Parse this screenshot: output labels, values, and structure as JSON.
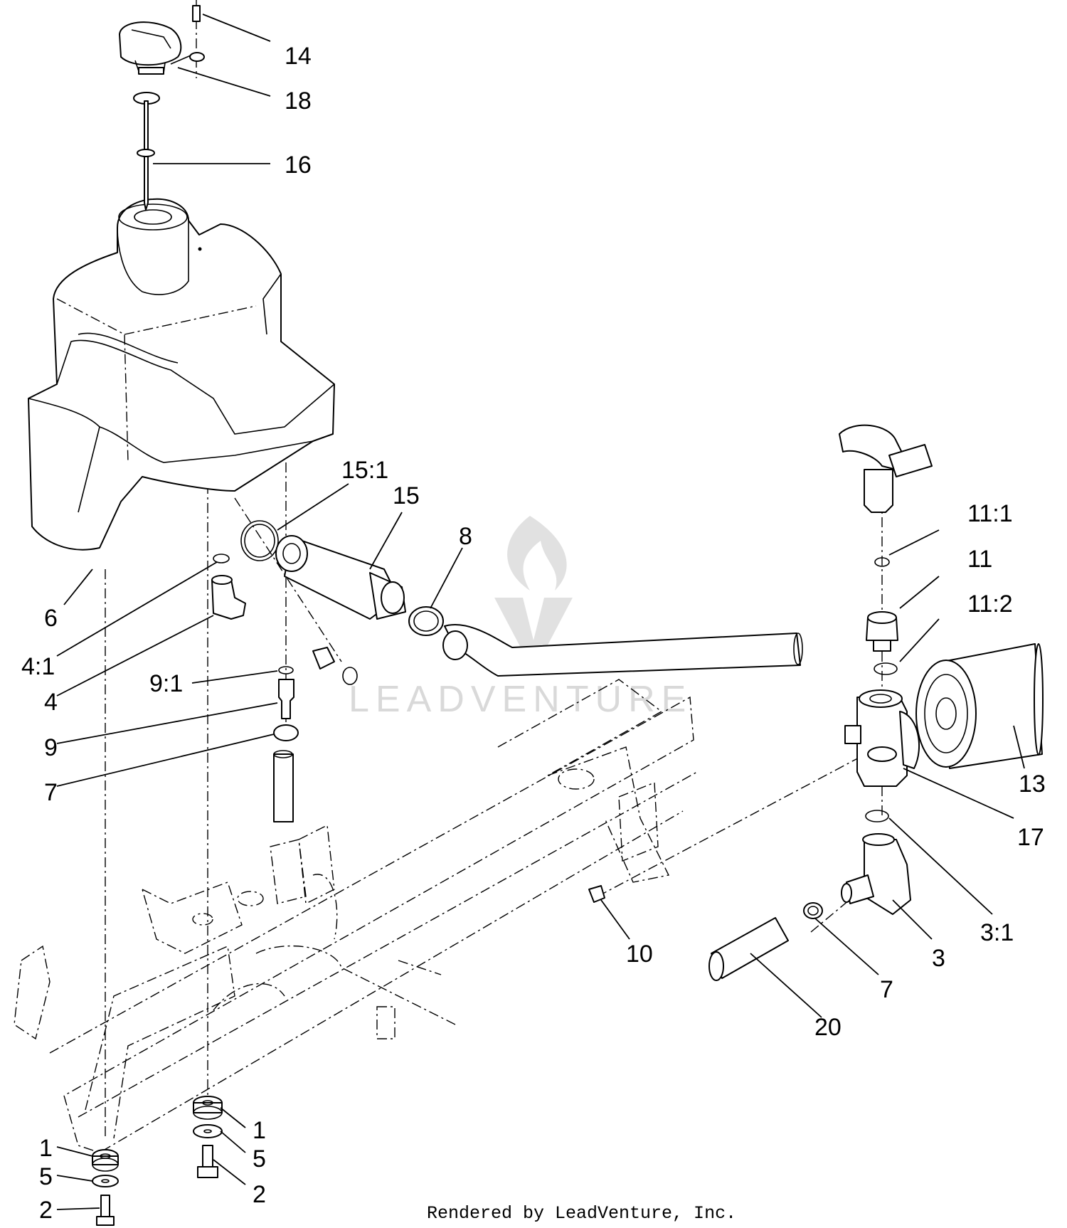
{
  "callouts": [
    {
      "id": "c14",
      "text": "14"
    },
    {
      "id": "c18",
      "text": "18"
    },
    {
      "id": "c16",
      "text": "16"
    },
    {
      "id": "c15_1",
      "text": "15:1"
    },
    {
      "id": "c15",
      "text": "15"
    },
    {
      "id": "c8",
      "text": "8"
    },
    {
      "id": "c6",
      "text": "6"
    },
    {
      "id": "c4_1",
      "text": "4:1"
    },
    {
      "id": "c4",
      "text": "4"
    },
    {
      "id": "c9_1",
      "text": "9:1"
    },
    {
      "id": "c9",
      "text": "9"
    },
    {
      "id": "c7a",
      "text": "7"
    },
    {
      "id": "c11_1",
      "text": "11:1"
    },
    {
      "id": "c11",
      "text": "11"
    },
    {
      "id": "c11_2",
      "text": "11:2"
    },
    {
      "id": "c13",
      "text": "13"
    },
    {
      "id": "c17",
      "text": "17"
    },
    {
      "id": "c3_1",
      "text": "3:1"
    },
    {
      "id": "c10",
      "text": "10"
    },
    {
      "id": "c3",
      "text": "3"
    },
    {
      "id": "c7b",
      "text": "7"
    },
    {
      "id": "c20",
      "text": "20"
    },
    {
      "id": "c1a",
      "text": "1"
    },
    {
      "id": "c5a",
      "text": "5"
    },
    {
      "id": "c2a",
      "text": "2"
    },
    {
      "id": "c1b",
      "text": "1"
    },
    {
      "id": "c5b",
      "text": "5"
    },
    {
      "id": "c2b",
      "text": "2"
    }
  ],
  "footer": "Rendered by LeadVenture, Inc.",
  "watermark": "LEADVENTURE"
}
